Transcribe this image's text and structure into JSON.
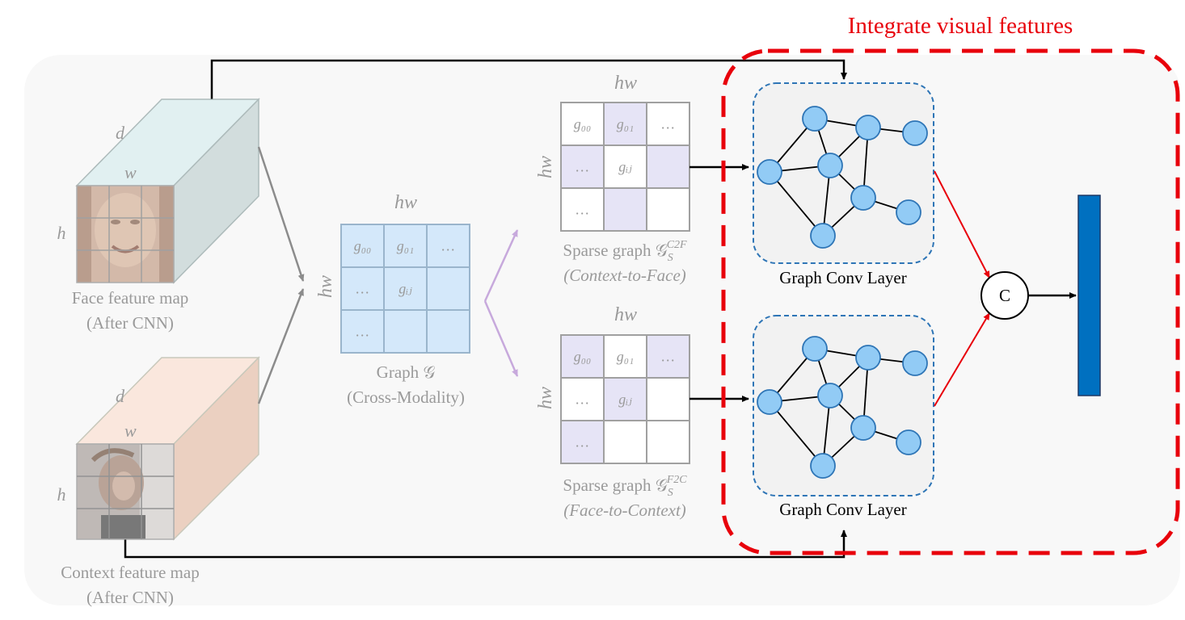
{
  "title": "Integrate visual features",
  "face_map": {
    "caption_line1": "Face feature map",
    "caption_line2": "(After CNN)",
    "dim_d": "d",
    "dim_w": "w",
    "dim_h": "h"
  },
  "context_map": {
    "caption_line1": "Context feature map",
    "caption_line2": "(After CNN)",
    "dim_d": "d",
    "dim_w": "w",
    "dim_h": "h"
  },
  "graph": {
    "top_label": "hw",
    "side_label": "hw",
    "cells": [
      "g₀₀",
      "g₀₁",
      "…",
      "…",
      "gᵢⱼ",
      "",
      "…",
      "",
      ""
    ],
    "caption_line1": "Graph 𝒢",
    "caption_line2": "(Cross-Modality)"
  },
  "sparse_c2f": {
    "top_label": "hw",
    "side_label": "hw",
    "cells": [
      "g₀₀",
      "g₀₁",
      "…",
      "…",
      "gᵢⱼ",
      "",
      "…",
      "",
      ""
    ],
    "caption_prefix": "Sparse graph 𝒢",
    "caption_sub": "S",
    "caption_sup": "C2F",
    "caption_line2": "(Context-to-Face)"
  },
  "sparse_f2c": {
    "top_label": "hw",
    "side_label": "hw",
    "cells": [
      "g₀₀",
      "g₀₁",
      "…",
      "…",
      "gᵢⱼ",
      "",
      "…",
      "",
      ""
    ],
    "caption_prefix": "Sparse graph 𝒢",
    "caption_sub": "S",
    "caption_sup": "F2C",
    "caption_line2": "(Face-to-Context)"
  },
  "gcn_top_label": "Graph Conv Layer",
  "gcn_bottom_label": "Graph Conv Layer",
  "concat_label": "C",
  "colors": {
    "title_red": "#e8000b",
    "graph_blue": "#d4e8fa",
    "sparse_purple": "#e6e4f6",
    "node_blue": "#92cbf5",
    "output_bar": "#0070c0",
    "face_cube": "#dbe8e8",
    "context_cube": "#f4d8c8"
  }
}
